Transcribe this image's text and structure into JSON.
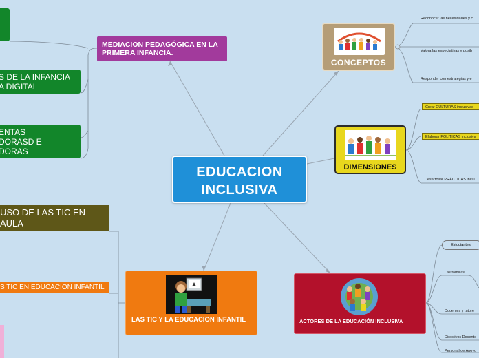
{
  "central": {
    "line1": "EDUCACION",
    "line2": "INCLUSIVA"
  },
  "left_branch": {
    "mediacion": "MEDIACION PEDAGÓGICA EN LA PRIMERA INFANCIA.",
    "green_b": {
      "line1": "S DE LA INFANCIA",
      "line2": "A DIGITAL"
    },
    "green_c": {
      "line1": "ENTAS",
      "line2": "DORASD E",
      "line3": "DORAS"
    },
    "uso_tic": {
      "line1": "USO DE LAS TIC EN",
      "line2": "AULA"
    },
    "tic_infantil": "S TIC EN EDUCACION INFANTIL"
  },
  "conceptos": {
    "label": "CONCEPTOS",
    "items": [
      "Reconocer las necesidades y c",
      "Valora las expectativas y posib",
      "Responder  con estrategias y e"
    ]
  },
  "dimensiones": {
    "label": "DIMENSIONES",
    "items": [
      "Crear CULTURAS inclusivas",
      "Elaborar POLÍTICAS inclusiva",
      "Desarrollar PRÁCTICAS inclu"
    ]
  },
  "tic": {
    "label": "LAS TIC Y LA EDUCACION INFANTIL"
  },
  "actores": {
    "label": "ACTORES DE LA EDUCACIÓN INCLUSIVA",
    "items": [
      "Estudiantes",
      "Las familias",
      "Docentes y tutore",
      "Directivos Docente",
      "Personal de Apoyo"
    ]
  },
  "colors": {
    "background": "#c9dff0",
    "central": "#1f90d8",
    "purple": "#a23a9c",
    "green": "#12862a",
    "olive": "#5e5718",
    "orange": "#f07a10",
    "conceptos": "#b59d77",
    "dimensiones": "#e8d71d",
    "actores": "#b3112b"
  }
}
